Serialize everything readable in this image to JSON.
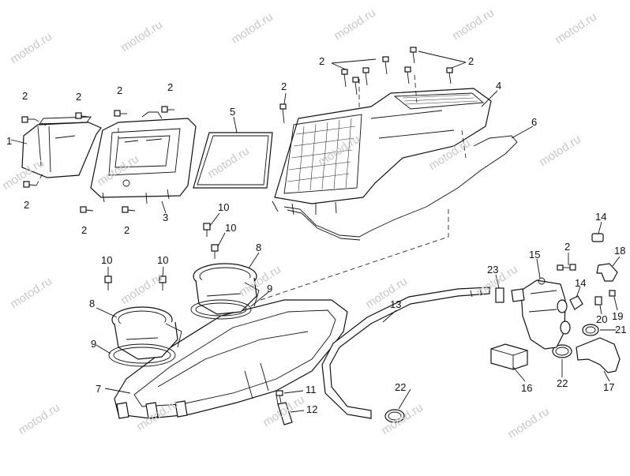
{
  "watermark": "motod.ru",
  "callouts": {
    "c1": "1",
    "c2a": "2",
    "c2b": "2",
    "c2c": "2",
    "c2d": "2",
    "c2e": "2",
    "c2f": "2",
    "c2g": "2",
    "c2h": "2",
    "c2i": "2",
    "c2j": "2",
    "c2k": "2",
    "c3": "3",
    "c4": "4",
    "c5": "5",
    "c6": "6",
    "c7": "7",
    "c8a": "8",
    "c8b": "8",
    "c9a": "9",
    "c9b": "9",
    "c10a": "10",
    "c10b": "10",
    "c10c": "10",
    "c10d": "10",
    "c11": "11",
    "c12": "12",
    "c13": "13",
    "c14a": "14",
    "c14b": "14",
    "c15": "15",
    "c16": "16",
    "c17": "17",
    "c18": "18",
    "c19": "19",
    "c20": "20",
    "c21": "21",
    "c22a": "22",
    "c22b": "22",
    "c23": "23"
  }
}
